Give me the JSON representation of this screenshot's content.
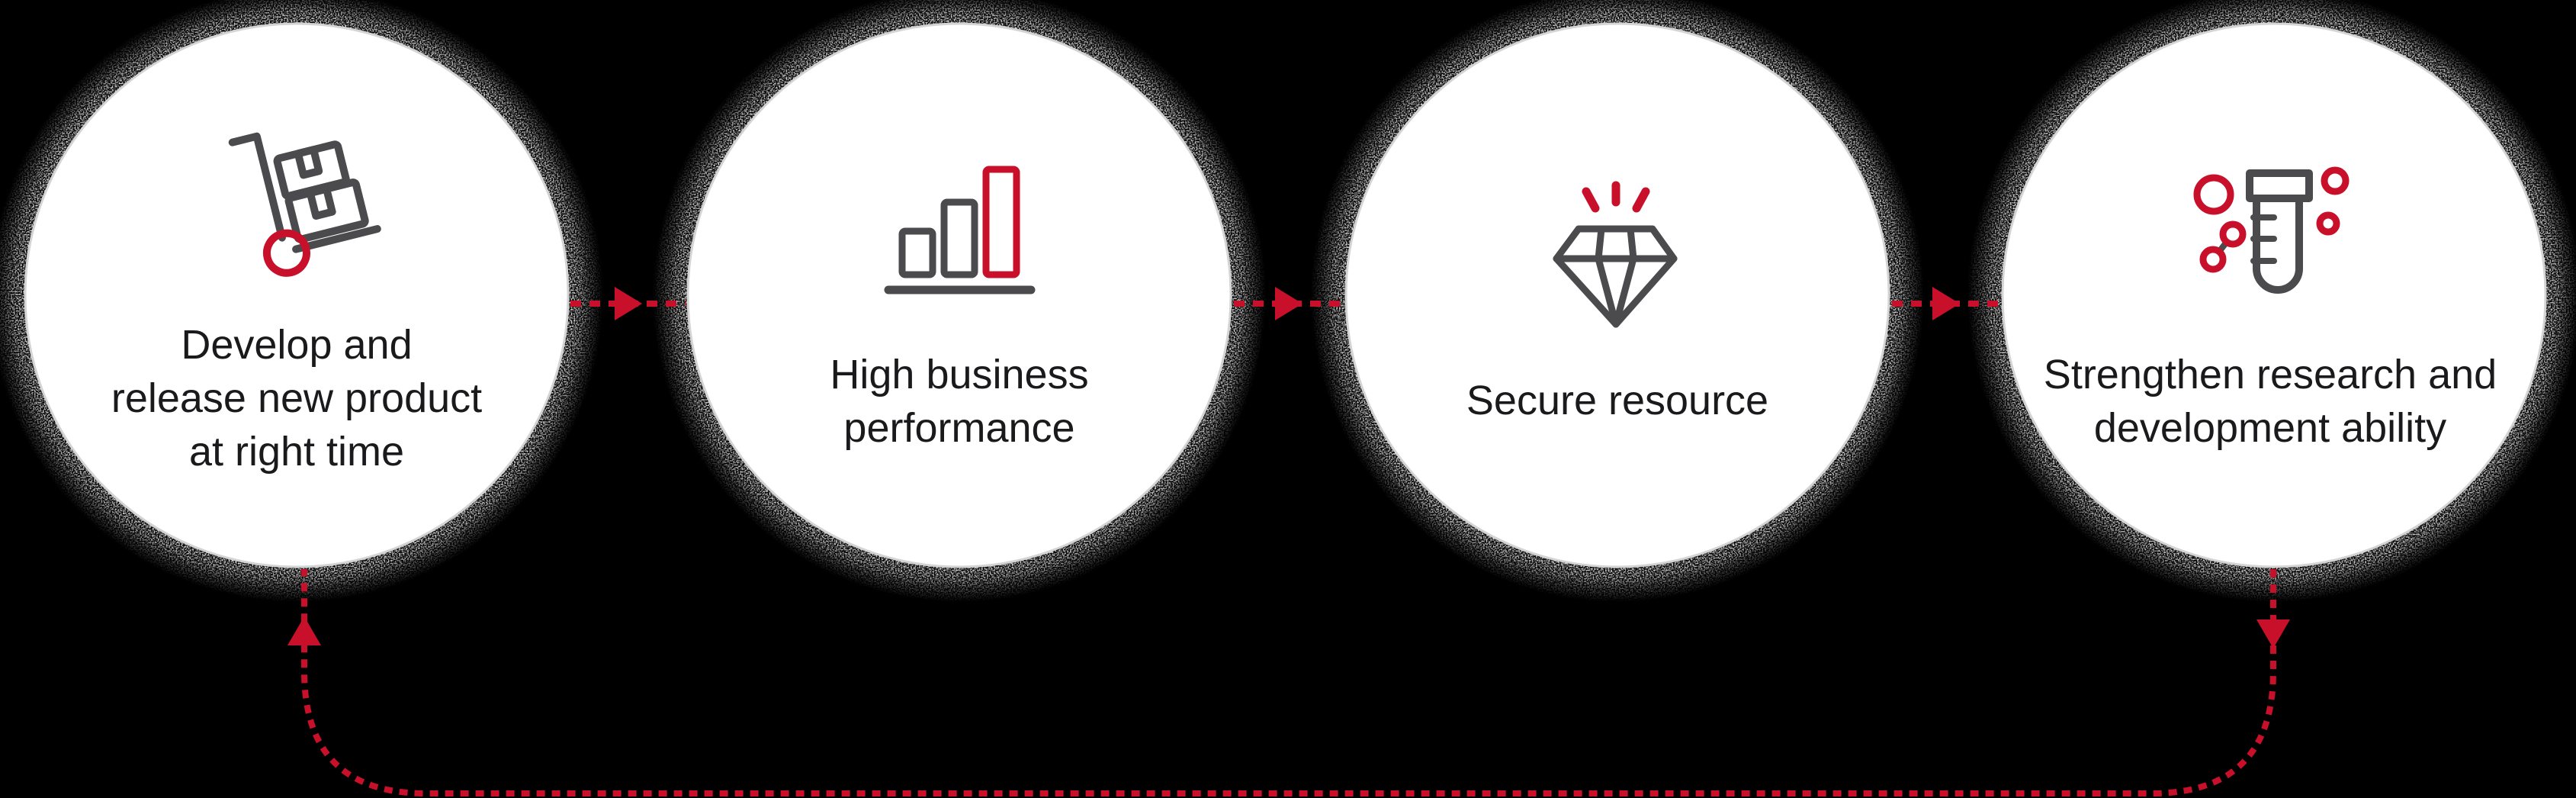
{
  "diagram": {
    "colors": {
      "background": "#000000",
      "accent_red": "#c9102b",
      "icon_gray": "#4b4b4d",
      "text": "#1a1a1c",
      "circle_fill": "#ffffff",
      "circle_rim": "#d4d4d4",
      "speckle": "#efefef"
    },
    "flow": {
      "type": "cycle",
      "forward_arrows": 3,
      "feedback_loop": "from step 4 back to step 1"
    },
    "steps": [
      {
        "id": 1,
        "icon": "hand-truck-icon",
        "lines": [
          "Develop and",
          "release new product",
          "at right time"
        ]
      },
      {
        "id": 2,
        "icon": "bar-chart-icon",
        "lines": [
          "High business",
          "performance"
        ]
      },
      {
        "id": 3,
        "icon": "diamond-icon",
        "lines": [
          "Secure resource"
        ]
      },
      {
        "id": 4,
        "icon": "test-tube-icon",
        "lines": [
          "Strengthen research and",
          "development ability"
        ]
      }
    ]
  }
}
